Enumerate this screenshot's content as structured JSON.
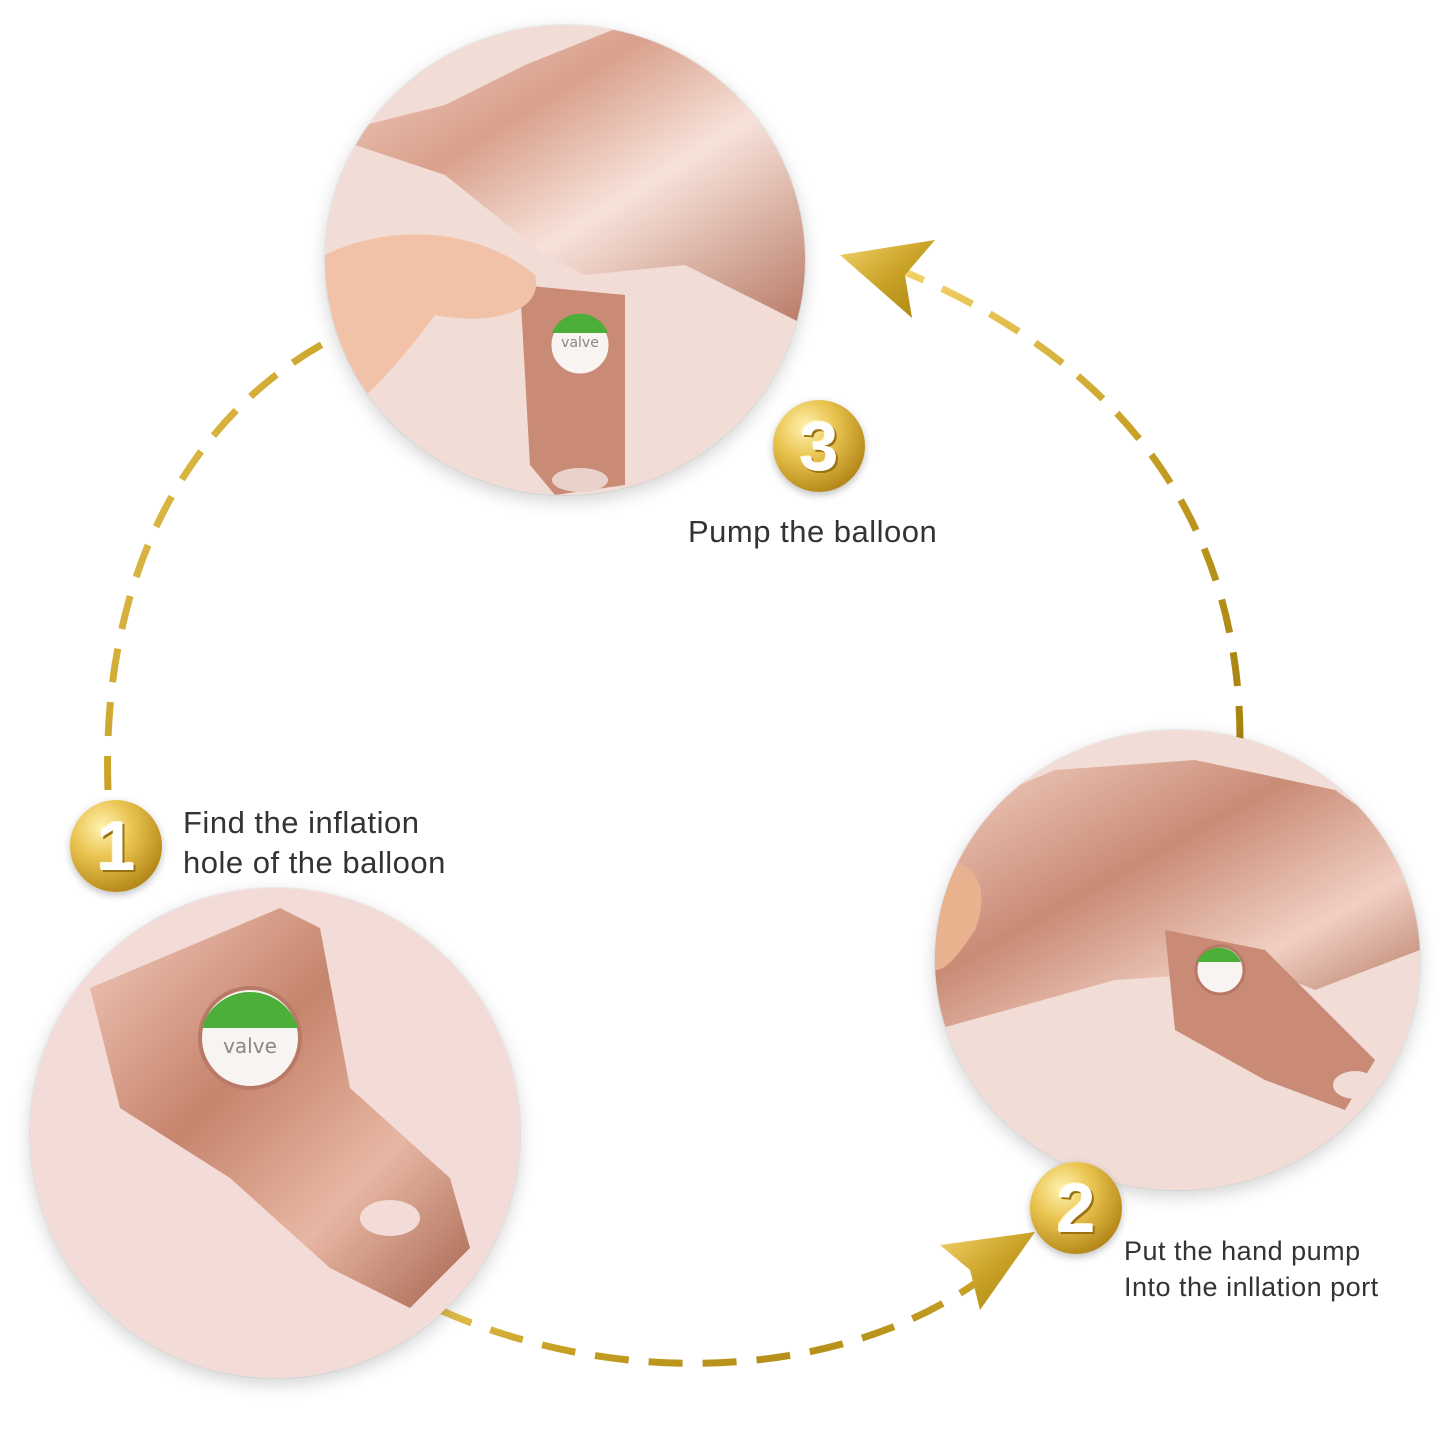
{
  "steps": [
    {
      "number": "1",
      "caption_lines": [
        "Find the inflation",
        "hole of the balloon"
      ],
      "valve_label": "valve"
    },
    {
      "number": "2",
      "caption_lines": [
        "Put the hand pump",
        "Into the inllation port"
      ]
    },
    {
      "number": "3",
      "caption_lines": [
        "Pump the balloon"
      ],
      "valve_label": "valve"
    }
  ],
  "colors": {
    "gold": "#c9a227",
    "rose_gold": "#d9a08c",
    "text": "#333333",
    "valve_green": "#4caf3a"
  }
}
